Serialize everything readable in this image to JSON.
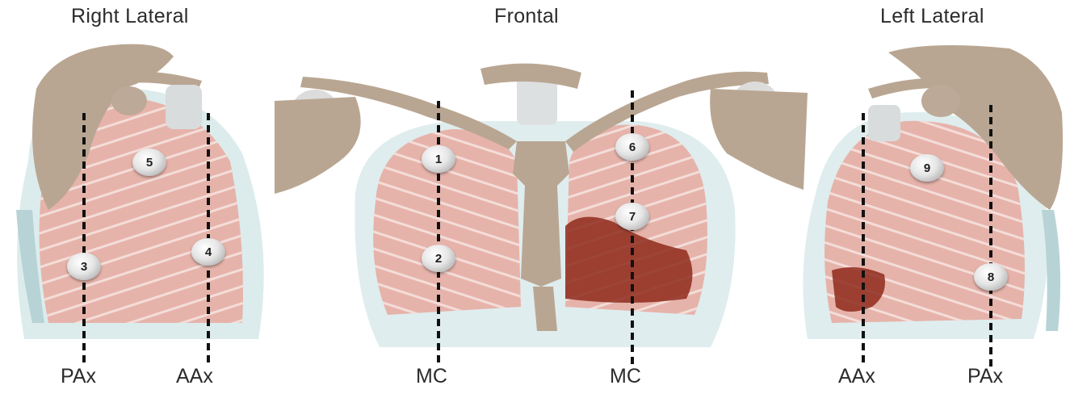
{
  "views": {
    "right_lateral": {
      "title": "Right Lateral",
      "lines": [
        "PAx",
        "AAx"
      ],
      "markers": [
        "5",
        "4",
        "3"
      ]
    },
    "frontal": {
      "title": "Frontal",
      "lines": [
        "MC",
        "MC"
      ],
      "markers": [
        "1",
        "2",
        "6",
        "7"
      ]
    },
    "left_lateral": {
      "title": "Left Lateral",
      "lines": [
        "AAx",
        "PAx"
      ],
      "markers": [
        "9",
        "8"
      ]
    }
  },
  "colors": {
    "bone": "#b9a692",
    "lung": "#e6b3aa",
    "consolidation": "#8e2a1c",
    "pleura": "#b7d3d5",
    "marker": "#e3e3e3",
    "line": "#111111"
  }
}
